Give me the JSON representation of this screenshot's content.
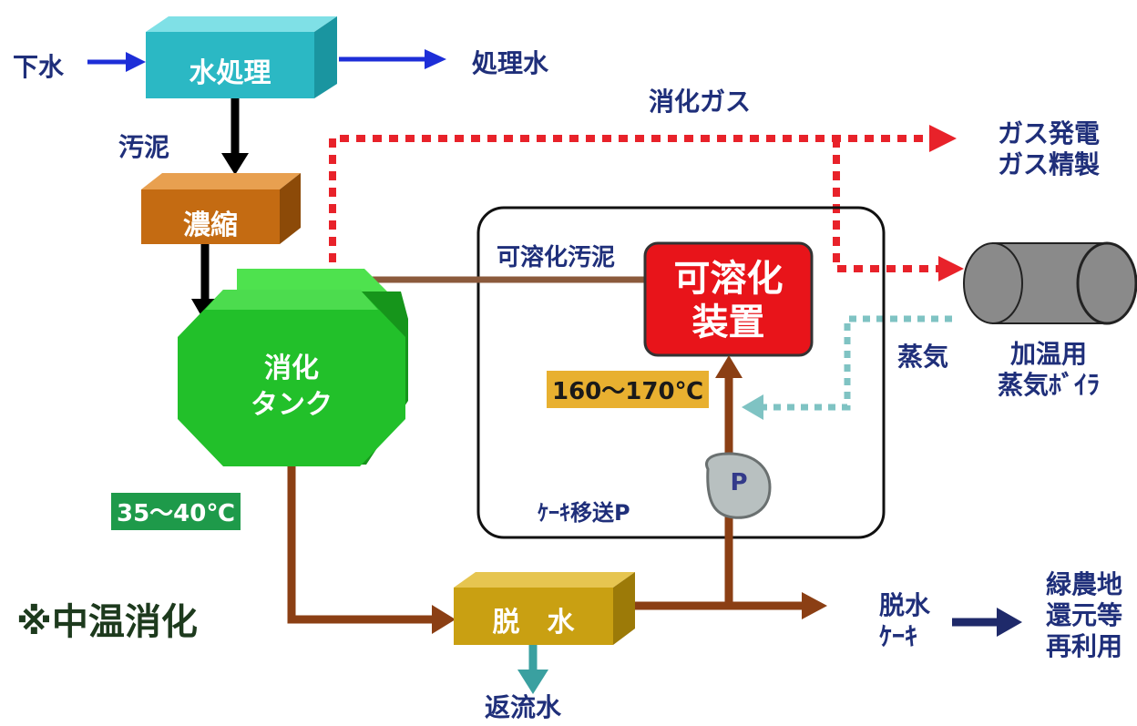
{
  "inputs": {
    "sewage": "下水",
    "treated_water": "処理水",
    "sludge": "汚泥"
  },
  "process": {
    "water_treatment": "水処理",
    "thickening": "濃縮",
    "digestion_tank": [
      "消化",
      "タンク"
    ],
    "dewatering": "脱　水",
    "solubilizer": [
      "可溶化",
      "装置"
    ],
    "pump": "P"
  },
  "streams": {
    "digestion_gas": "消化ガス",
    "gas_uses": [
      "ガス発電",
      "ガス精製"
    ],
    "solubilized_sludge": "可溶化汚泥",
    "steam": "蒸気",
    "boiler": [
      "加温用",
      "蒸気ﾎﾞｲﾗ"
    ],
    "cake_pump": "ｹｰｷ移送P",
    "dewatered_cake": [
      "脱水",
      "ｹｰｷ"
    ],
    "reuse": [
      "緑農地",
      "還元等",
      "再利用"
    ],
    "return_water": "返流水"
  },
  "temperatures": {
    "solubilizer": "160～170℃",
    "digestion": "35～40℃"
  },
  "note": "※中温消化",
  "colors": {
    "text": "#1f2f7a",
    "flow_blue": "#1d2ed8",
    "sludge_arrow": "#000000",
    "brown_flow": "#8b3f14",
    "gas_dotted": "#e8222a",
    "steam_dotted": "#7fc3c3",
    "water_box": "#2bb8c4",
    "thicken_box": "#c46b12",
    "tank": "#22c02a",
    "dewater_box": "#c9a012",
    "solubilizer_box": "#e8141a",
    "boiler": "#8a8a8a",
    "temp_hot_bg": "#e8b030",
    "temp_tank_bg": "#1e9a4a",
    "return_arrow": "#3aa0a0",
    "cake_arrow": "#1f2a6a"
  },
  "icons": [
    "arrow",
    "cylinder-boiler",
    "pump-icon"
  ]
}
